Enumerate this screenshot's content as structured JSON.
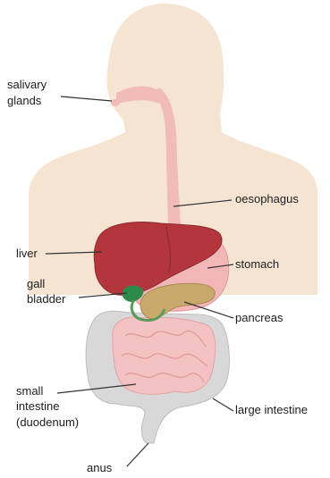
{
  "labels": {
    "salivary": "salivary",
    "glands": "glands",
    "oesophagus": "oesophagus",
    "liver": "liver",
    "stomach": "stomach",
    "gall": "gall",
    "bladder": "bladder",
    "pancreas": "pancreas",
    "small": "small",
    "intestine": "intestine",
    "duodenum": "(duodenum)",
    "large_intestine": "large intestine",
    "anus": "anus"
  },
  "colors": {
    "body": "#f6e4d3",
    "liver": "#b2363c",
    "stomach": "#f3b6b6",
    "pancreas": "#c9a96c",
    "gall_bladder": "#2e8a4a",
    "small_intestine": "#f4c2c2",
    "large_intestine": "#d8d8d8"
  }
}
